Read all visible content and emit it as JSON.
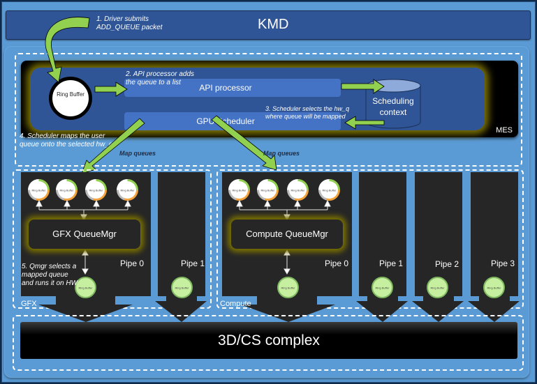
{
  "kmd": {
    "title": "KMD"
  },
  "steps": {
    "step1": "1. Driver submits\nADD_QUEUE packet",
    "step2": "2. API processor adds\nthe queue to a list",
    "step3": "3. Scheduler selects the hw_q\nwhere queue will be mapped",
    "step4": "4. Scheduler maps the user\nqueue onto the selected hw_q",
    "step5": "5. Qmgr selects a\nmapped queue\nand runs it on HW"
  },
  "mes": {
    "label": "MES",
    "ring_buffer": "Ring Buffer",
    "api_processor": "API processor",
    "gpu_scheduler": "GPU Scheduler",
    "scheduling_context": "Scheduling\ncontext"
  },
  "map_queues": [
    "Map queues",
    "Map queues"
  ],
  "gfx": {
    "label": "GFX",
    "queue_mgr": "GFX QueueMgr",
    "pipes": [
      "Pipe 0",
      "Pipe 1"
    ],
    "ring_buffer": "Ring Buffer"
  },
  "compute": {
    "label": "Compute",
    "queue_mgr": "Compute QueueMgr",
    "pipes": [
      "Pipe 0",
      "Pipe 1",
      "Pipe 2",
      "Pipe 3"
    ],
    "ring_buffer": "Ring Buffer"
  },
  "complex": {
    "title": "3D/CS complex"
  },
  "colors": {
    "frame": "#5b9bd5",
    "block_dark_blue": "#2f5597",
    "block_blue": "#4472c4",
    "arrow_green": "#92d050",
    "panel_dark": "#262626",
    "glow": "#7a7000",
    "ring_orange": "#f4a23c",
    "ring_green_fill": "#c6efa0"
  }
}
